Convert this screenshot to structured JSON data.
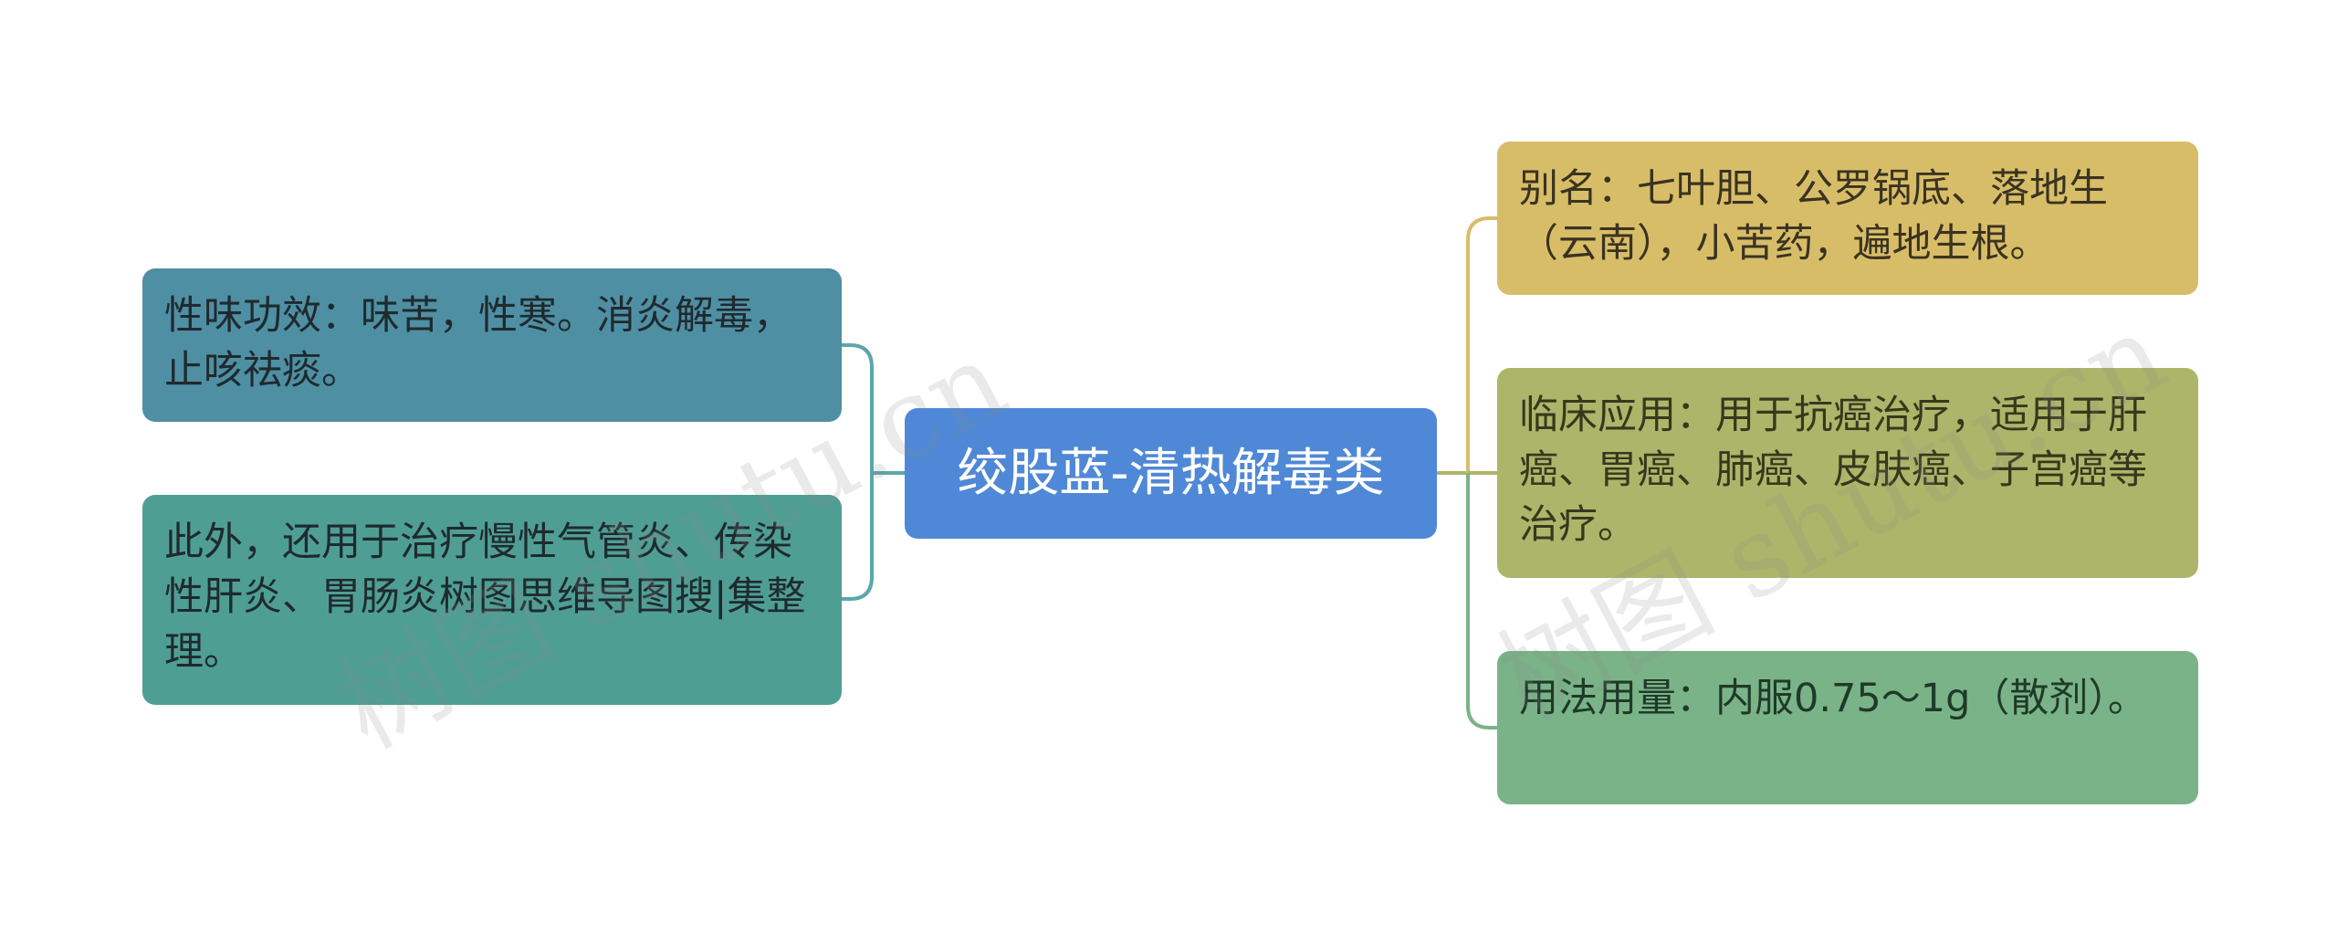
{
  "mindmap": {
    "center": {
      "text": "绞股蓝-清热解毒类",
      "color": "#4f88d6"
    },
    "left": [
      {
        "text": "性味功效：味苦，性寒。消炎解毒，止咳祛痰。",
        "color": "#4f8fa3"
      },
      {
        "text": "此外，还用于治疗慢性气管炎、传染性肝炎、胃肠炎树图思维导图搜|集整理。",
        "color": "#4f9e94"
      }
    ],
    "right": [
      {
        "text": "别名：七叶胆、公罗锅底、落地生（云南），小苦药，遍地生根。",
        "color": "#d8bd69"
      },
      {
        "text": "临床应用：用于抗癌治疗，适用于肝癌、胃癌、肺癌、皮肤癌、子宫癌等治疗。",
        "color": "#adb56a"
      },
      {
        "text": "用法用量：内服0.75～1g（散剂）。",
        "color": "#7ab388"
      }
    ],
    "connector_colors": {
      "left": "#5ba7a8",
      "right_top": "#d8bd69",
      "right_mid": "#adb56a",
      "right_bottom": "#7ab388"
    }
  },
  "watermark": {
    "text": "树图 shutu.cn"
  }
}
